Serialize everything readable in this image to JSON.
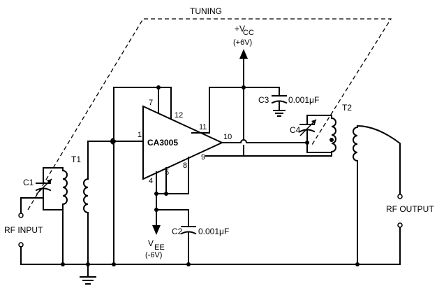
{
  "title": "TUNING",
  "ic": {
    "name": "CA3005",
    "pins": {
      "p1": "1",
      "p4": "4",
      "p5": "5",
      "p7": "7",
      "p8": "8",
      "p9": "9",
      "p10": "10",
      "p11": "11",
      "p12": "12"
    }
  },
  "supply": {
    "vcc_prefix": "+V",
    "vcc_sub": "CC",
    "vcc_value": "(+6V)",
    "vee_prefix": "V",
    "vee_sub": "EE",
    "vee_value": "(-6V)"
  },
  "components": {
    "c1": "C1",
    "c2": "C2",
    "c2_value": "0.001μF",
    "c3": "C3",
    "c3_value": "0.001μF",
    "c4": "C4",
    "t1": "T1",
    "t2": "T2"
  },
  "ports": {
    "rf_input": "RF INPUT",
    "rf_output": "RF OUTPUT"
  }
}
